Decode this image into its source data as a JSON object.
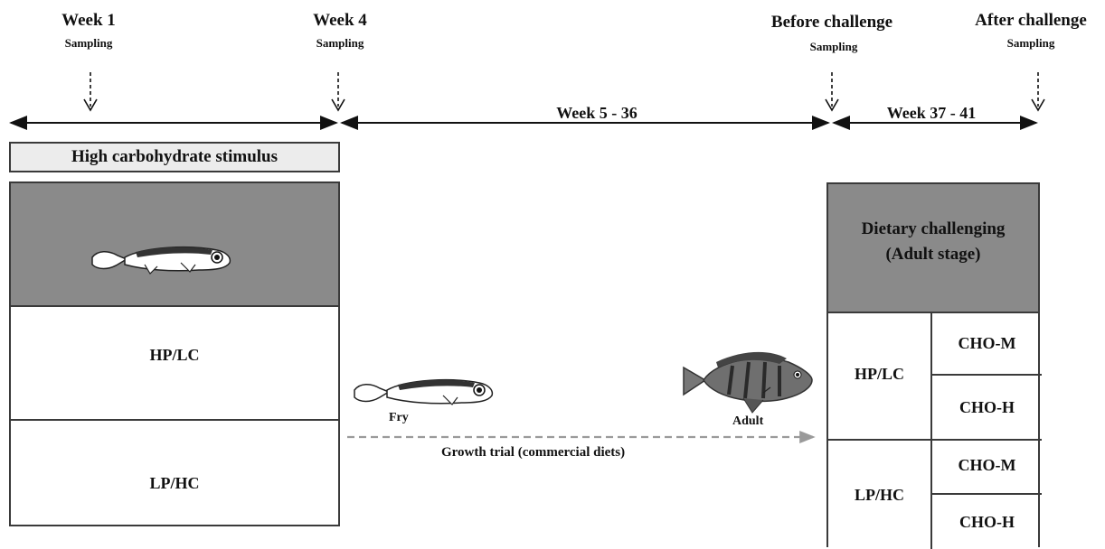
{
  "timeline": {
    "milestones": [
      {
        "title": "Week 1",
        "sub": "Sampling"
      },
      {
        "title": "Week 4",
        "sub": "Sampling"
      },
      {
        "title": "Before challenge",
        "sub": "Sampling"
      },
      {
        "title": "After challenge",
        "sub": "Sampling"
      }
    ],
    "period_1": "Week  5 - 36",
    "period_2": "Week  37 - 41"
  },
  "stimulus": {
    "title": "High carbohydrate stimulus",
    "rows": [
      "HP/LC",
      "LP/HC"
    ]
  },
  "growth": {
    "fry_label": "Fry",
    "adult_label": "Adult",
    "trial_label": "Growth trial  (commercial diets)"
  },
  "challenge": {
    "title_line1": "Dietary challenging",
    "title_line2": "(Adult stage)",
    "groups": [
      {
        "name": "HP/LC",
        "diets": [
          "CHO-M",
          "CHO-H"
        ]
      },
      {
        "name": "LP/HC",
        "diets": [
          "CHO-M",
          "CHO-H"
        ]
      }
    ]
  },
  "colors": {
    "line": "#111111",
    "panel_fill": "#8a8a8a",
    "dashed_arrow": "#9a9a9a"
  }
}
